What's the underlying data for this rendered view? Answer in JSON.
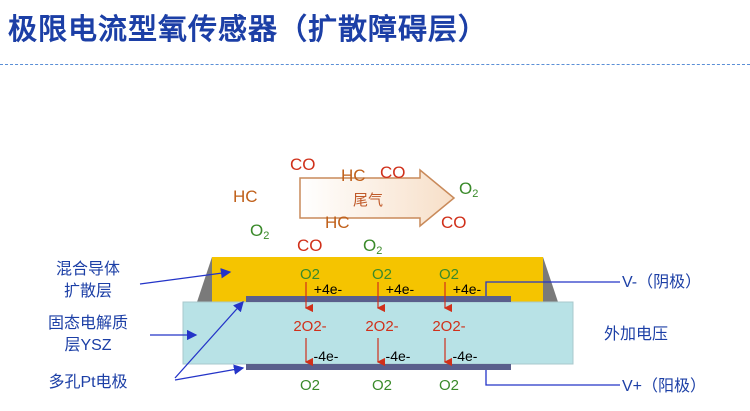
{
  "slide": {
    "title": "极限电流型氧传感器（扩散障碍层）"
  },
  "diagram": {
    "exhaust_label": "尾气",
    "gas_labels": [
      {
        "text": "CO",
        "color": "#d0301a"
      },
      {
        "text": "HC",
        "color": "#c0601a"
      },
      {
        "text": "CO",
        "color": "#d0301a"
      },
      {
        "text": "HC",
        "color": "#c0601a"
      },
      {
        "text": "O",
        "sub": "2",
        "color": "#3a8a2a"
      },
      {
        "text": "O",
        "sub": "2",
        "color": "#3a8a2a"
      },
      {
        "text": "HC",
        "color": "#c0601a"
      },
      {
        "text": "CO",
        "color": "#d0301a"
      },
      {
        "text": "CO",
        "color": "#d0301a"
      },
      {
        "text": "O",
        "sub": "2",
        "color": "#3a8a2a"
      }
    ],
    "left_labels": {
      "mixed_conductor": [
        "混合导体",
        "扩散层"
      ],
      "ysz": [
        "固态电解质",
        "层YSZ"
      ],
      "pt_electrode": "多孔Pt电极"
    },
    "right_labels": {
      "cathode": "V-（阴极）",
      "voltage": "外加电压",
      "anode": "V+（阳极）"
    },
    "columns": [
      {
        "o2_top": "O2",
        "plus": "+4e-",
        "ion": "2O2-",
        "minus": "-4e-",
        "o2_bottom": "O2"
      },
      {
        "o2_top": "O2",
        "plus": "+4e-",
        "ion": "2O2-",
        "minus": "-4e-",
        "o2_bottom": "O2"
      },
      {
        "o2_top": "O2",
        "plus": "+4e-",
        "ion": "2O2-",
        "minus": "-4e-",
        "o2_bottom": "O2"
      }
    ],
    "colors": {
      "title": "#1c3fa6",
      "diffusion_layer": "#f5c400",
      "electrolyte": "#b8e2e6",
      "electrode": "#5a5f8c",
      "label_blue": "#1c3fa6",
      "pointer": "#2434c8",
      "oxygen_green": "#3a8a2a",
      "arrow_red": "#d0301a"
    }
  }
}
